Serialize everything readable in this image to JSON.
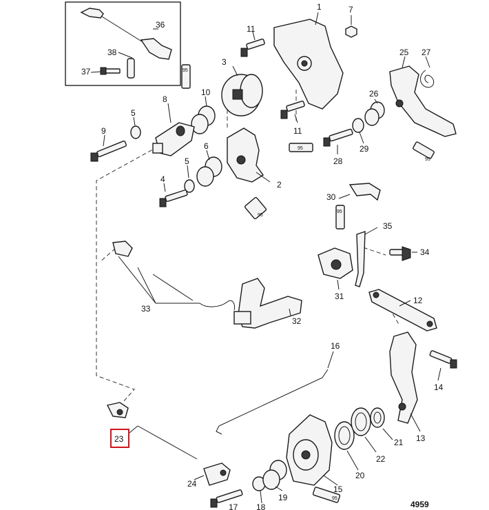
{
  "labels": {
    "p1": "1",
    "p2": "2",
    "p3": "3",
    "p4": "4",
    "p5a": "5",
    "p5b": "5",
    "p6": "6",
    "p7": "7",
    "p8": "8",
    "p9": "9",
    "p10": "10",
    "p11a": "11",
    "p11b": "11",
    "p12": "12",
    "p13": "13",
    "p14": "14",
    "p15": "15",
    "p16": "16",
    "p17": "17",
    "p18": "18",
    "p19": "19",
    "p20": "20",
    "p21": "21",
    "p22": "22",
    "p23": "23",
    "p24": "24",
    "p25": "25",
    "p26": "26",
    "p27": "27",
    "p28": "28",
    "p29": "29",
    "p30": "30",
    "p31": "31",
    "p32": "32",
    "p33": "33",
    "p34": "34",
    "p35": "35",
    "p36": "36",
    "p37": "37",
    "p38": "38"
  },
  "tube_label": "95",
  "figure_number": "4959",
  "highlight_color": "#d0141a"
}
